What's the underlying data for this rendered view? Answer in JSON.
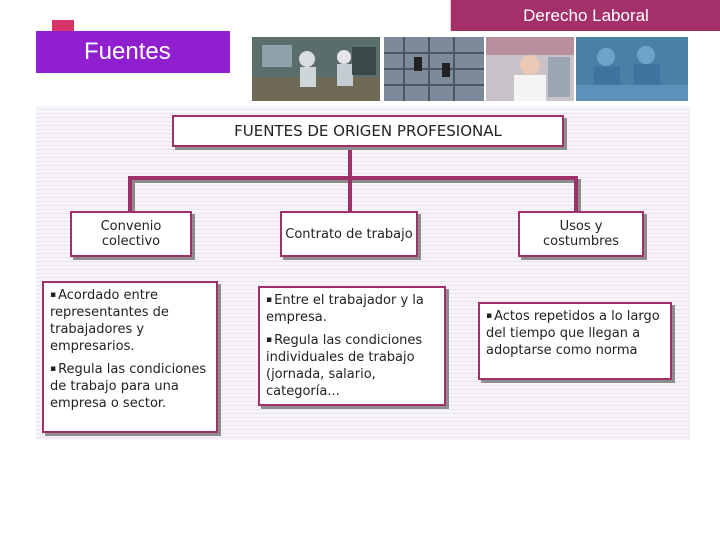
{
  "header": {
    "subject": "Derecho Laboral"
  },
  "section": {
    "title": "Fuentes"
  },
  "diagram": {
    "root": "FUENTES DE ORIGEN PROFESIONAL",
    "branches": [
      {
        "title": "Convenio colectivo",
        "items": [
          "Acordado entre representantes de trabajadores y empresarios.",
          "Regula las condiciones de trabajo para una empresa o sector."
        ]
      },
      {
        "title": "Contrato de trabajo",
        "items": [
          "Entre el trabajador y la empresa.",
          "Regula las condiciones individuales de trabajo (jornada, salario, categoría..."
        ]
      },
      {
        "title": "Usos y costumbres",
        "items": [
          "Actos repetidos a lo largo del tiempo que llegan a adoptarse como norma"
        ]
      }
    ],
    "bullet_glyph": "▪"
  },
  "colors": {
    "header_band": "#a4306a",
    "title_band": "#8f1fcf",
    "accent_square": "#d8336a",
    "connector": "#a0306a"
  }
}
